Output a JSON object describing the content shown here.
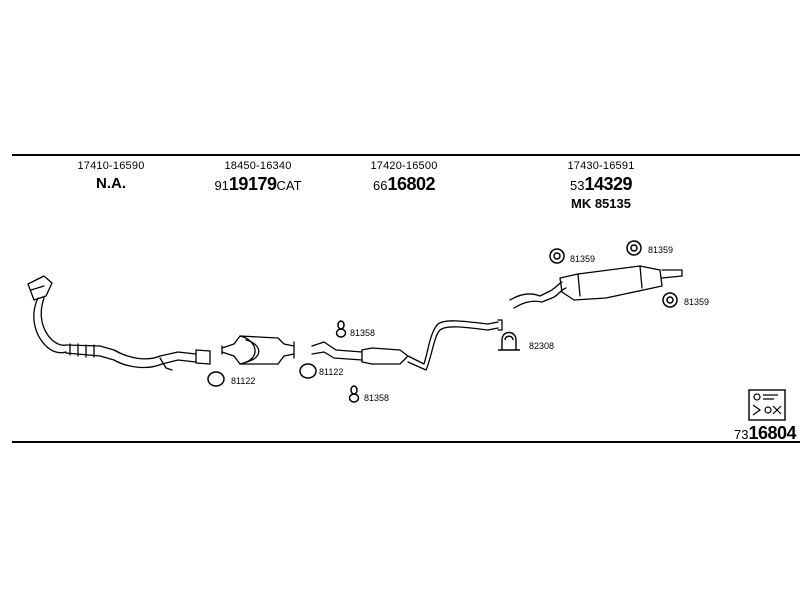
{
  "columns": [
    {
      "oem": "17410-16590",
      "na": "N.A."
    },
    {
      "oem": "18450-16340",
      "part_prefix": "91",
      "part_main": "19179",
      "part_suffix": "CAT"
    },
    {
      "oem": "17420-16500",
      "part_prefix": "66",
      "part_main": "16802"
    },
    {
      "oem": "17430-16591",
      "part_prefix": "53",
      "part_main": "14329",
      "mk": "MK  85135"
    }
  ],
  "callouts": {
    "ring_left": "81122",
    "ring_mid": "81122",
    "hanger_upper": "81358",
    "hanger_lower": "81358",
    "clamp": "82308",
    "rubber_left": "81359",
    "rubber_right": "81359",
    "rubber_side": "81359"
  },
  "footer": {
    "prefix": "73",
    "main": "16804"
  },
  "icons": {
    "kit": "mounting-kit-icon"
  }
}
